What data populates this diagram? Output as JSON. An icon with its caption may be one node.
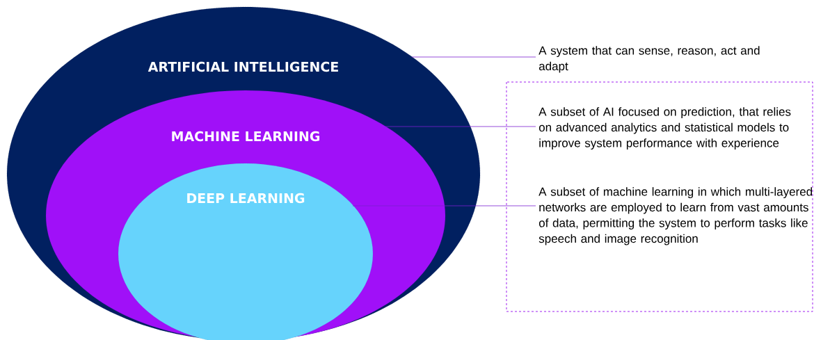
{
  "diagram": {
    "nodes": [
      {
        "text": [
          "ARTIFICIAL INTELLIGENCE"
        ]
      },
      {
        "text": [
          "MACHINE LEARNING"
        ],
        "in": 0
      },
      {
        "text": [
          "DEEP LEARNING"
        ],
        "in": 1
      },
      {
        "text": [
          "A system that can sense, reason, act and adapt"
        ]
      },
      {
        "text": [],
        "shape": "box"
      },
      {
        "text": [
          "A subset of AI focused on prediction, that relies on advanced analytics and statistical models to improve system performance with experience"
        ],
        "in": 4
      },
      {
        "text": [
          "A subset of machine learning in which multi-layered networks are employed to learn from vast amounts of data, permitting the system to perform tasks like speech and image recognition"
        ],
        "in": 4
      }
    ],
    "edges": [
      {
        "from": 0,
        "to": 3,
        "arrow": "none"
      },
      {
        "from": 1,
        "to": 5,
        "arrow": "none"
      },
      {
        "from": 2,
        "to": 6,
        "arrow": "none"
      }
    ]
  }
}
